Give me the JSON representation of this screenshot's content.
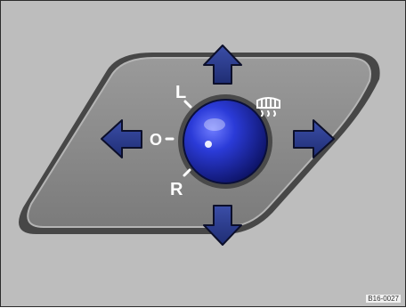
{
  "illustration": {
    "labels": {
      "left": "L",
      "off": "O",
      "right": "R"
    },
    "icons": {
      "up": "arrow-up",
      "down": "arrow-down",
      "left": "arrow-left",
      "right": "arrow-right",
      "heater": "rear-window-heater"
    },
    "colors": {
      "background": "#bdbdbd",
      "panel": "#8d8d8d",
      "arrow": "#2f3f8f",
      "knob": "#1f2bb5"
    },
    "reference_code": "B16-0027"
  }
}
